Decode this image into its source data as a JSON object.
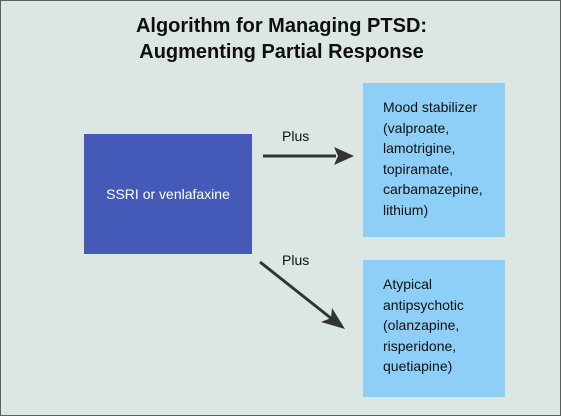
{
  "title": {
    "line1": "Algorithm for Managing PTSD:",
    "line2": "Augmenting Partial Response"
  },
  "source": {
    "label": "SSRI or venlafaxine"
  },
  "edges": [
    {
      "label": "Plus"
    },
    {
      "label": "Plus"
    }
  ],
  "targets": [
    {
      "lines": [
        "Mood stabilizer",
        "(valproate,",
        "lamotrigine,",
        "topiramate,",
        "carbamazepine,",
        "lithium)"
      ]
    },
    {
      "lines": [
        "Atypical",
        "antipsychotic",
        "(olanzapine,",
        "risperidone,",
        "quetiapine)"
      ]
    }
  ],
  "colors": {
    "background": "#dce6e2",
    "source_fill": "#4559b8",
    "target_fill": "#8ecff7",
    "arrow": "#333333"
  }
}
